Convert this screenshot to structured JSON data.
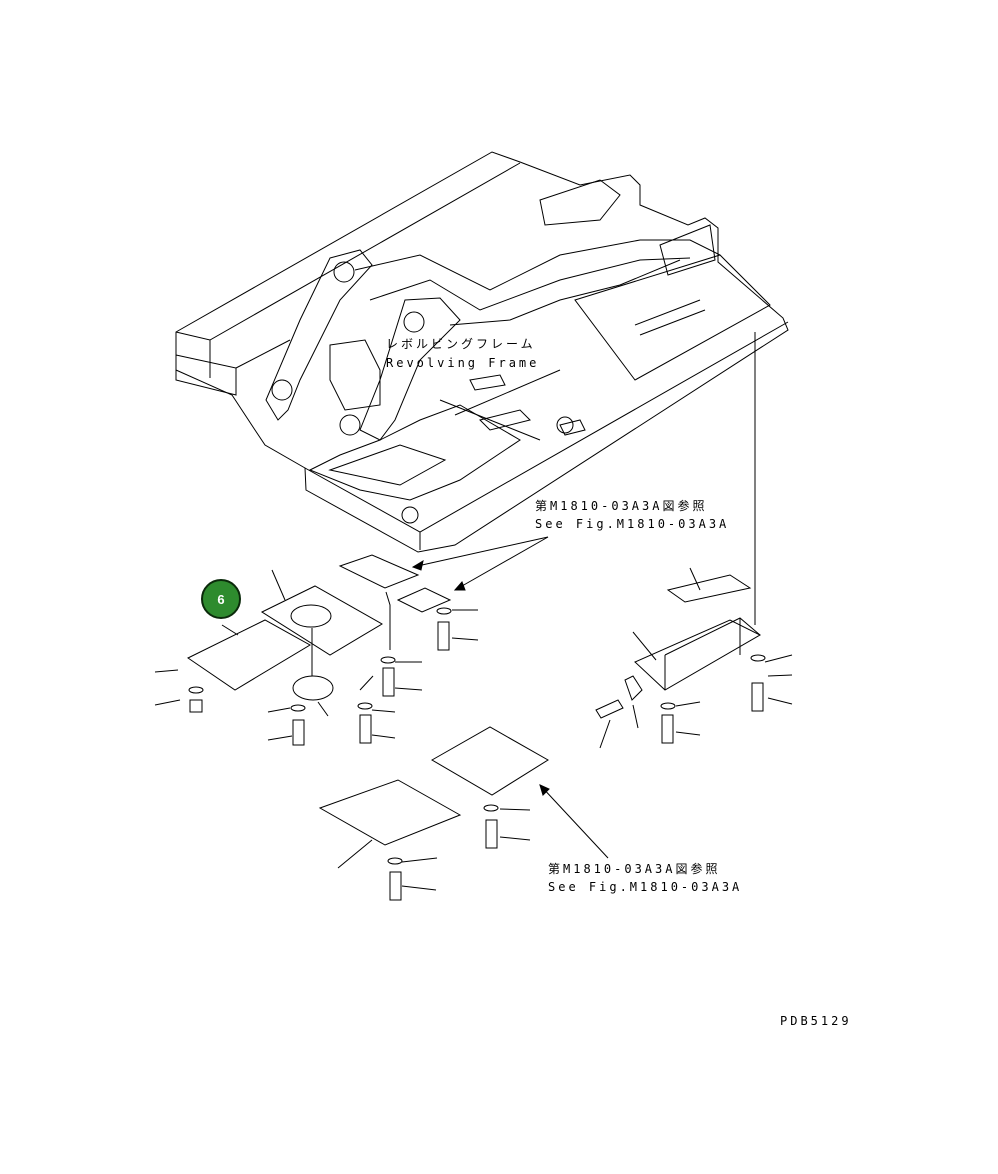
{
  "frame_label": {
    "jp": "レボルビングフレーム",
    "en": "Revolving Frame"
  },
  "references": [
    {
      "jp": "第M1810-03A3A図参照",
      "en": "See Fig.M1810-03A3A"
    },
    {
      "jp": "第M1810-03A3A図参照",
      "en": "See Fig.M1810-03A3A"
    }
  ],
  "callout": {
    "number": "6",
    "color": "#2e8b2e"
  },
  "drawing_id": "PDB5129"
}
